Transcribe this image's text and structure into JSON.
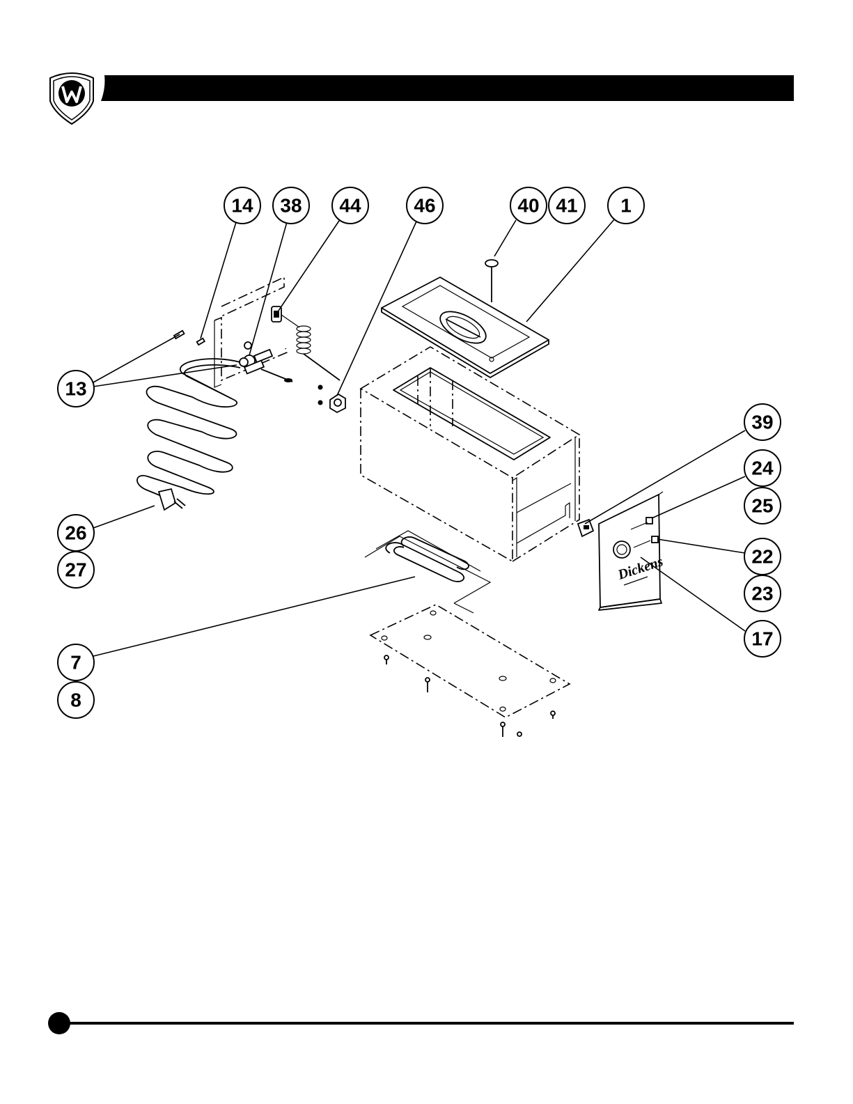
{
  "colors": {
    "ink": "#000000",
    "paper": "#ffffff"
  },
  "header": {
    "logo_icon": "wolf-shield-logo-icon"
  },
  "diagram": {
    "type": "exploded-parts-diagram",
    "panel_brand": "Dickens",
    "callouts": [
      {
        "id": "c14",
        "label": "14"
      },
      {
        "id": "c38",
        "label": "38"
      },
      {
        "id": "c44",
        "label": "44"
      },
      {
        "id": "c46",
        "label": "46"
      },
      {
        "id": "c40",
        "label": "40"
      },
      {
        "id": "c41",
        "label": "41"
      },
      {
        "id": "c1",
        "label": "1"
      },
      {
        "id": "c13",
        "label": "13"
      },
      {
        "id": "c39",
        "label": "39"
      },
      {
        "id": "c24",
        "label": "24"
      },
      {
        "id": "c25",
        "label": "25"
      },
      {
        "id": "c22",
        "label": "22"
      },
      {
        "id": "c23",
        "label": "23"
      },
      {
        "id": "c17",
        "label": "17"
      },
      {
        "id": "c26",
        "label": "26"
      },
      {
        "id": "c27",
        "label": "27"
      },
      {
        "id": "c7",
        "label": "7"
      },
      {
        "id": "c8",
        "label": "8"
      }
    ]
  }
}
